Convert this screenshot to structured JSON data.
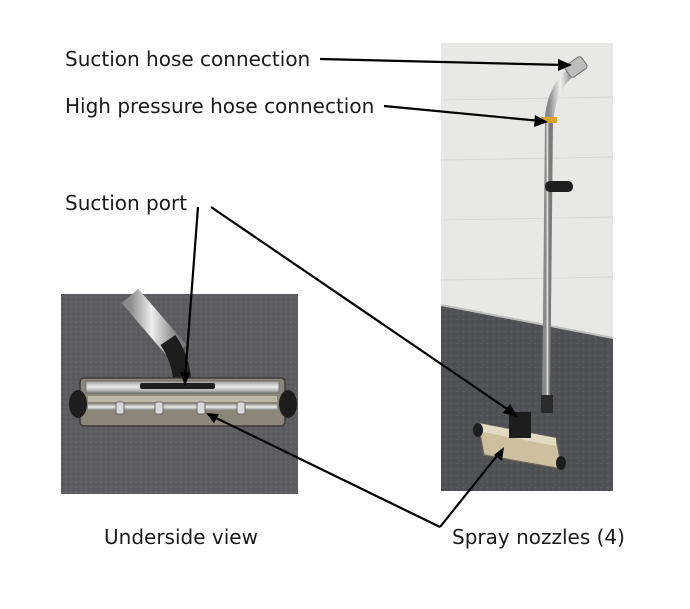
{
  "labels": {
    "suction_hose": "Suction hose connection",
    "high_pressure_hose": "High pressure hose connection",
    "suction_port": "Suction port",
    "underside_view": "Underside view",
    "spray_nozzles": "Spray nozzles (4)"
  },
  "colors": {
    "wall": "#e9e9e7",
    "carpet": "#4e4f53",
    "carpet_inset": "#5a5a5e",
    "chrome": "#c9c9c9",
    "chrome_dark": "#7d7d7d",
    "handle_grip": "#1e1e1e",
    "tan_body": "#cdbf9f",
    "callout_line": "#000000",
    "hose_marker": "#d9a326"
  },
  "icons": {
    "photo_right": "upright-wand-photo",
    "photo_left": "underside-head-photo"
  }
}
